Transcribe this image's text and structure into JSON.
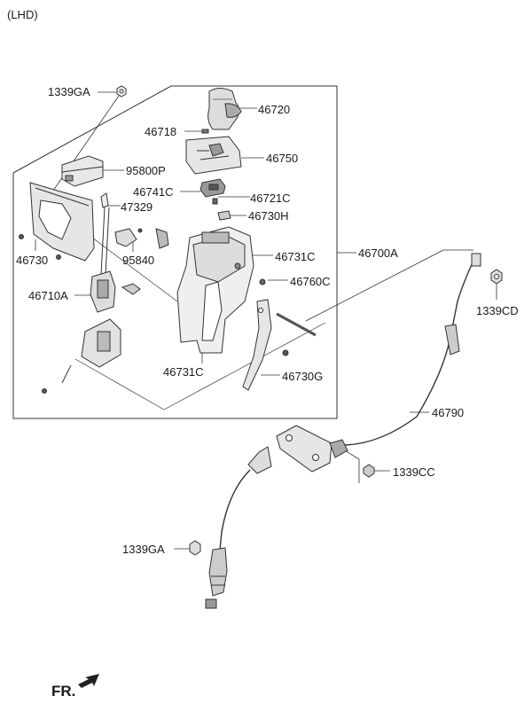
{
  "header": {
    "variant": "(LHD)"
  },
  "labels": {
    "p1339GA_top": "1339GA",
    "p46720": "46720",
    "p46718": "46718",
    "p46750": "46750",
    "p95800P": "95800P",
    "p46741C": "46741C",
    "p46721C": "46721C",
    "p47329": "47329",
    "p46730H": "46730H",
    "p46731C_a": "46731C",
    "p46700A": "46700A",
    "p46730": "46730",
    "p95840": "95840",
    "p46760C": "46760C",
    "p1339CD": "1339CD",
    "p46710A": "46710A",
    "p46731C_b": "46731C",
    "p46730G": "46730G",
    "p46790": "46790",
    "p1339CC": "1339CC",
    "p1339GA_bottom": "1339GA"
  },
  "footer": {
    "front_marker": "FR."
  }
}
